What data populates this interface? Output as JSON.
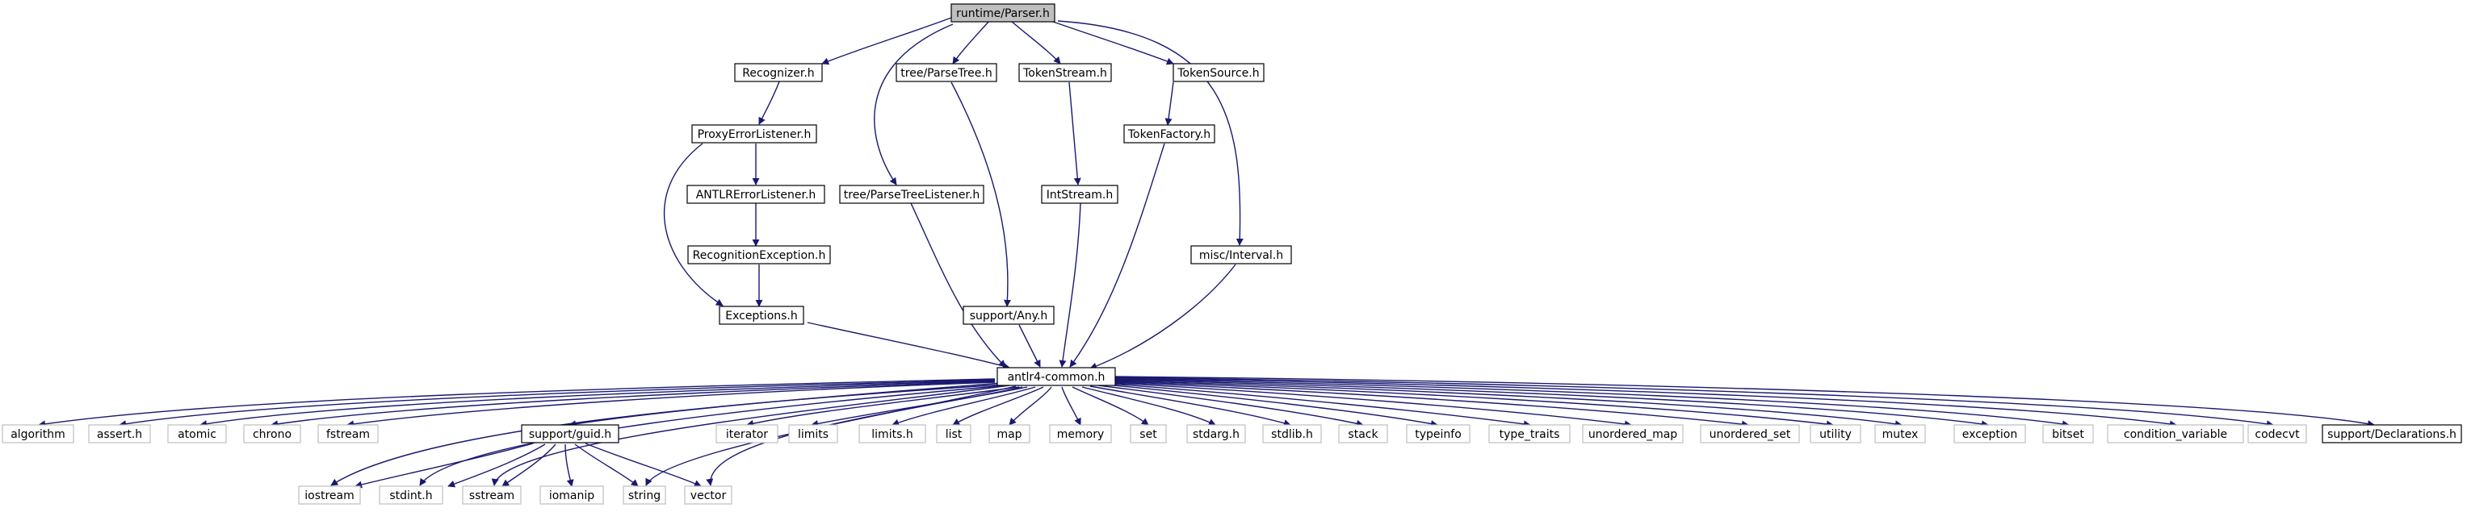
{
  "colors": {
    "edge": "#191970",
    "node_border": "#000000",
    "system_header_border": "#bfbfbf",
    "root_fill": "#bfbfbf",
    "node_fill": "#ffffff"
  },
  "root": {
    "label": "runtime/Parser.h"
  },
  "nodes": {
    "parser": "runtime/Parser.h",
    "recognizer": "Recognizer.h",
    "parsetree": "tree/ParseTree.h",
    "tokenstream": "TokenStream.h",
    "tokensource": "TokenSource.h",
    "proxyerr": "ProxyErrorListener.h",
    "tokenfactory": "TokenFactory.h",
    "antlrerr": "ANTLRErrorListener.h",
    "ptlistener": "tree/ParseTreeListener.h",
    "intstream": "IntStream.h",
    "interval": "misc/Interval.h",
    "recexc": "RecognitionException.h",
    "exceptions": "Exceptions.h",
    "any": "support/Any.h",
    "common": "antlr4-common.h",
    "algorithm": "algorithm",
    "assert": "assert.h",
    "atomic": "atomic",
    "chrono": "chrono",
    "fstream": "fstream",
    "guid": "support/guid.h",
    "iterator": "iterator",
    "limits": "limits",
    "limitsh": "limits.h",
    "list": "list",
    "map": "map",
    "memory": "memory",
    "set": "set",
    "stdarg": "stdarg.h",
    "stdlib": "stdlib.h",
    "stack": "stack",
    "typeinfo": "typeinfo",
    "type_traits": "type_traits",
    "unordered_map": "unordered_map",
    "unordered_set": "unordered_set",
    "utility": "utility",
    "mutex": "mutex",
    "exception": "exception",
    "bitset": "bitset",
    "condvar": "condition_variable",
    "codecvt": "codecvt",
    "decls": "support/Declarations.h",
    "iostream": "iostream",
    "stdint": "stdint.h",
    "sstream": "sstream",
    "iomanip": "iomanip",
    "string": "string",
    "vector": "vector"
  }
}
